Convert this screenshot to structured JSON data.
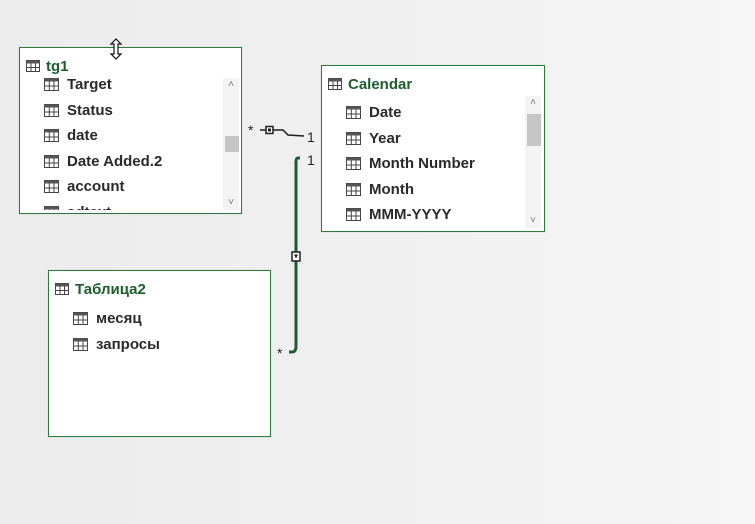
{
  "tables": {
    "tg1": {
      "title": "tg1",
      "fields": [
        "Target",
        "Status",
        "date",
        "Date Added.2",
        "account",
        "adtext"
      ]
    },
    "calendar": {
      "title": "Calendar",
      "fields": [
        "Date",
        "Year",
        "Month Number",
        "Month",
        "MMM-YYYY"
      ]
    },
    "tablica2": {
      "title": "Таблица2",
      "fields": [
        "месяц",
        "запросы"
      ]
    }
  },
  "relationships": {
    "tg1_calendar": {
      "from_cardinality": "*",
      "to_cardinality": "1"
    },
    "tablica2_calendar": {
      "from_cardinality": "*",
      "to_cardinality": "1"
    }
  },
  "colors": {
    "border": "#2f7a3e",
    "title": "#1d5d2d",
    "line": "#1f1f1f"
  },
  "icons": {
    "table": "table-grid-icon",
    "field": "field-column-icon"
  }
}
